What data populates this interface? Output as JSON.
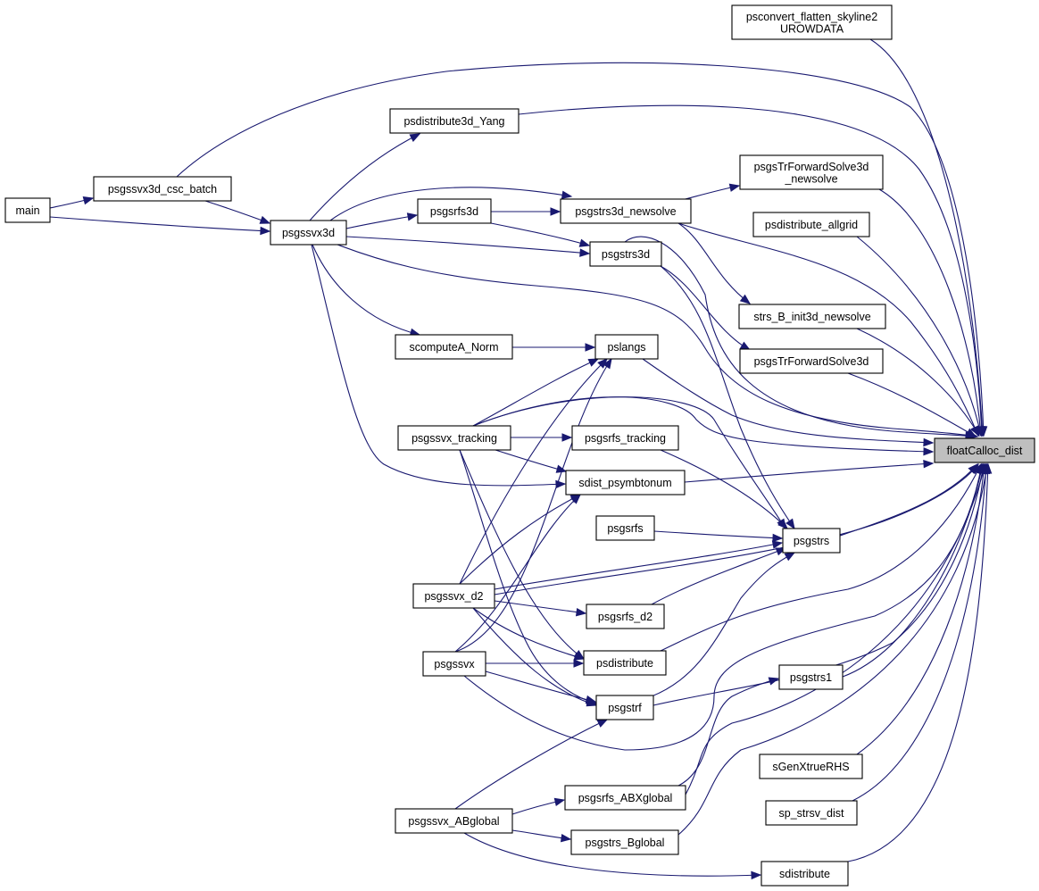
{
  "graph": {
    "nodes": [
      {
        "id": "floatCalloc_dist",
        "lines": [
          "floatCalloc_dist"
        ],
        "focus": true
      },
      {
        "id": "psconvert",
        "lines": [
          "psconvert_flatten_skyline2",
          "UROWDATA"
        ]
      },
      {
        "id": "psdistribute3d_Yang",
        "lines": [
          "psdistribute3d_Yang"
        ]
      },
      {
        "id": "psgsTrForwardSolve3d_newsolve",
        "lines": [
          "psgsTrForwardSolve3d",
          "_newsolve"
        ]
      },
      {
        "id": "main",
        "lines": [
          "main"
        ]
      },
      {
        "id": "psgssvx3d_csc_batch",
        "lines": [
          "psgssvx3d_csc_batch"
        ]
      },
      {
        "id": "psgssvx3d",
        "lines": [
          "psgssvx3d"
        ]
      },
      {
        "id": "psgsrfs3d",
        "lines": [
          "psgsrfs3d"
        ]
      },
      {
        "id": "psgstrs3d_newsolve",
        "lines": [
          "psgstrs3d_newsolve"
        ]
      },
      {
        "id": "psdistribute_allgrid",
        "lines": [
          "psdistribute_allgrid"
        ]
      },
      {
        "id": "psgstrs3d",
        "lines": [
          "psgstrs3d"
        ]
      },
      {
        "id": "strs_B_init3d_newsolve",
        "lines": [
          "strs_B_init3d_newsolve"
        ]
      },
      {
        "id": "scomputeA_Norm",
        "lines": [
          "scomputeA_Norm"
        ]
      },
      {
        "id": "pslangs",
        "lines": [
          "pslangs"
        ]
      },
      {
        "id": "psgsTrForwardSolve3d",
        "lines": [
          "psgsTrForwardSolve3d"
        ]
      },
      {
        "id": "psgssvx_tracking",
        "lines": [
          "psgssvx_tracking"
        ]
      },
      {
        "id": "psgsrfs_tracking",
        "lines": [
          "psgsrfs_tracking"
        ]
      },
      {
        "id": "sdist_psymbtonum",
        "lines": [
          "sdist_psymbtonum"
        ]
      },
      {
        "id": "psgsrfs",
        "lines": [
          "psgsrfs"
        ]
      },
      {
        "id": "psgstrs",
        "lines": [
          "psgstrs"
        ]
      },
      {
        "id": "psgssvx_d2",
        "lines": [
          "psgssvx_d2"
        ]
      },
      {
        "id": "psgsrfs_d2",
        "lines": [
          "psgsrfs_d2"
        ]
      },
      {
        "id": "psgssvx",
        "lines": [
          "psgssvx"
        ]
      },
      {
        "id": "psdistribute",
        "lines": [
          "psdistribute"
        ]
      },
      {
        "id": "psgstrs1",
        "lines": [
          "psgstrs1"
        ]
      },
      {
        "id": "psgstrf",
        "lines": [
          "psgstrf"
        ]
      },
      {
        "id": "sGenXtrueRHS",
        "lines": [
          "sGenXtrueRHS"
        ]
      },
      {
        "id": "psgsrfs_ABXglobal",
        "lines": [
          "psgsrfs_ABXglobal"
        ]
      },
      {
        "id": "sp_strsv_dist",
        "lines": [
          "sp_strsv_dist"
        ]
      },
      {
        "id": "psgssvx_ABglobal",
        "lines": [
          "psgssvx_ABglobal"
        ]
      },
      {
        "id": "psgstrs_Bglobal",
        "lines": [
          "psgstrs_Bglobal"
        ]
      },
      {
        "id": "sdistribute",
        "lines": [
          "sdistribute"
        ]
      }
    ],
    "edges": [
      {
        "from": "psconvert",
        "to": "floatCalloc_dist"
      },
      {
        "from": "psdistribute3d_Yang",
        "to": "floatCalloc_dist"
      },
      {
        "from": "psgsTrForwardSolve3d_newsolve",
        "to": "floatCalloc_dist"
      },
      {
        "from": "psgssvx3d_csc_batch",
        "to": "floatCalloc_dist"
      },
      {
        "from": "psgssvx3d",
        "to": "floatCalloc_dist"
      },
      {
        "from": "psgstrs3d_newsolve",
        "to": "floatCalloc_dist"
      },
      {
        "from": "psdistribute_allgrid",
        "to": "floatCalloc_dist"
      },
      {
        "from": "psgstrs3d",
        "to": "floatCalloc_dist"
      },
      {
        "from": "strs_B_init3d_newsolve",
        "to": "floatCalloc_dist"
      },
      {
        "from": "pslangs",
        "to": "floatCalloc_dist"
      },
      {
        "from": "psgsTrForwardSolve3d",
        "to": "floatCalloc_dist"
      },
      {
        "from": "psgssvx_tracking",
        "to": "floatCalloc_dist"
      },
      {
        "from": "sdist_psymbtonum",
        "to": "floatCalloc_dist"
      },
      {
        "from": "psgstrs",
        "to": "floatCalloc_dist"
      },
      {
        "from": "psgssvx_d2",
        "to": "floatCalloc_dist"
      },
      {
        "from": "psdistribute",
        "to": "floatCalloc_dist"
      },
      {
        "from": "psgssvx",
        "to": "floatCalloc_dist"
      },
      {
        "from": "psgstrs1",
        "to": "floatCalloc_dist"
      },
      {
        "from": "psgstrf",
        "to": "floatCalloc_dist"
      },
      {
        "from": "sGenXtrueRHS",
        "to": "floatCalloc_dist"
      },
      {
        "from": "psgsrfs_ABXglobal",
        "to": "floatCalloc_dist"
      },
      {
        "from": "sp_strsv_dist",
        "to": "floatCalloc_dist"
      },
      {
        "from": "psgstrs_Bglobal",
        "to": "floatCalloc_dist"
      },
      {
        "from": "sdistribute",
        "to": "floatCalloc_dist"
      },
      {
        "from": "main",
        "to": "psgssvx3d_csc_batch"
      },
      {
        "from": "main",
        "to": "psgssvx3d"
      },
      {
        "from": "psgssvx3d_csc_batch",
        "to": "psgssvx3d"
      },
      {
        "from": "psgssvx3d",
        "to": "psdistribute3d_Yang"
      },
      {
        "from": "psgssvx3d",
        "to": "psgsrfs3d"
      },
      {
        "from": "psgssvx3d",
        "to": "psgstrs3d_newsolve"
      },
      {
        "from": "psgssvx3d",
        "to": "psgstrs3d"
      },
      {
        "from": "psgssvx3d",
        "to": "scomputeA_Norm"
      },
      {
        "from": "psgssvx3d",
        "to": "sdist_psymbtonum"
      },
      {
        "from": "psgsrfs3d",
        "to": "psgstrs3d_newsolve"
      },
      {
        "from": "psgsrfs3d",
        "to": "psgstrs3d"
      },
      {
        "from": "psgstrs3d_newsolve",
        "to": "psgsTrForwardSolve3d_newsolve"
      },
      {
        "from": "psgstrs3d_newsolve",
        "to": "strs_B_init3d_newsolve"
      },
      {
        "from": "psgstrs3d",
        "to": "psgsTrForwardSolve3d"
      },
      {
        "from": "psgstrs3d",
        "to": "psgstrs"
      },
      {
        "from": "scomputeA_Norm",
        "to": "pslangs"
      },
      {
        "from": "psgssvx_tracking",
        "to": "pslangs"
      },
      {
        "from": "psgssvx_tracking",
        "to": "psgsrfs_tracking"
      },
      {
        "from": "psgssvx_tracking",
        "to": "sdist_psymbtonum"
      },
      {
        "from": "psgssvx_tracking",
        "to": "psgstrs"
      },
      {
        "from": "psgssvx_tracking",
        "to": "psdistribute"
      },
      {
        "from": "psgssvx_tracking",
        "to": "psgstrf"
      },
      {
        "from": "psgsrfs_tracking",
        "to": "psgstrs"
      },
      {
        "from": "psgsrfs",
        "to": "psgstrs"
      },
      {
        "from": "psgssvx_d2",
        "to": "pslangs"
      },
      {
        "from": "psgssvx_d2",
        "to": "sdist_psymbtonum"
      },
      {
        "from": "psgssvx_d2",
        "to": "psgstrs"
      },
      {
        "from": "psgssvx_d2",
        "to": "psgsrfs_d2"
      },
      {
        "from": "psgssvx_d2",
        "to": "psdistribute"
      },
      {
        "from": "psgssvx_d2",
        "to": "psgstrf"
      },
      {
        "from": "psgsrfs_d2",
        "to": "psgstrs"
      },
      {
        "from": "psgssvx",
        "to": "pslangs"
      },
      {
        "from": "psgssvx",
        "to": "sdist_psymbtonum"
      },
      {
        "from": "psgssvx",
        "to": "psdistribute"
      },
      {
        "from": "psgssvx",
        "to": "psgstrf"
      },
      {
        "from": "psgssvx_ABglobal",
        "to": "psgstrf"
      },
      {
        "from": "psgssvx_ABglobal",
        "to": "psgsrfs_ABXglobal"
      },
      {
        "from": "psgssvx_ABglobal",
        "to": "psgstrs_Bglobal"
      },
      {
        "from": "psgssvx_ABglobal",
        "to": "sdistribute"
      },
      {
        "from": "psgsrfs_ABXglobal",
        "to": "psgstrs1"
      },
      {
        "from": "psgstrf",
        "to": "psgstrs"
      }
    ]
  }
}
